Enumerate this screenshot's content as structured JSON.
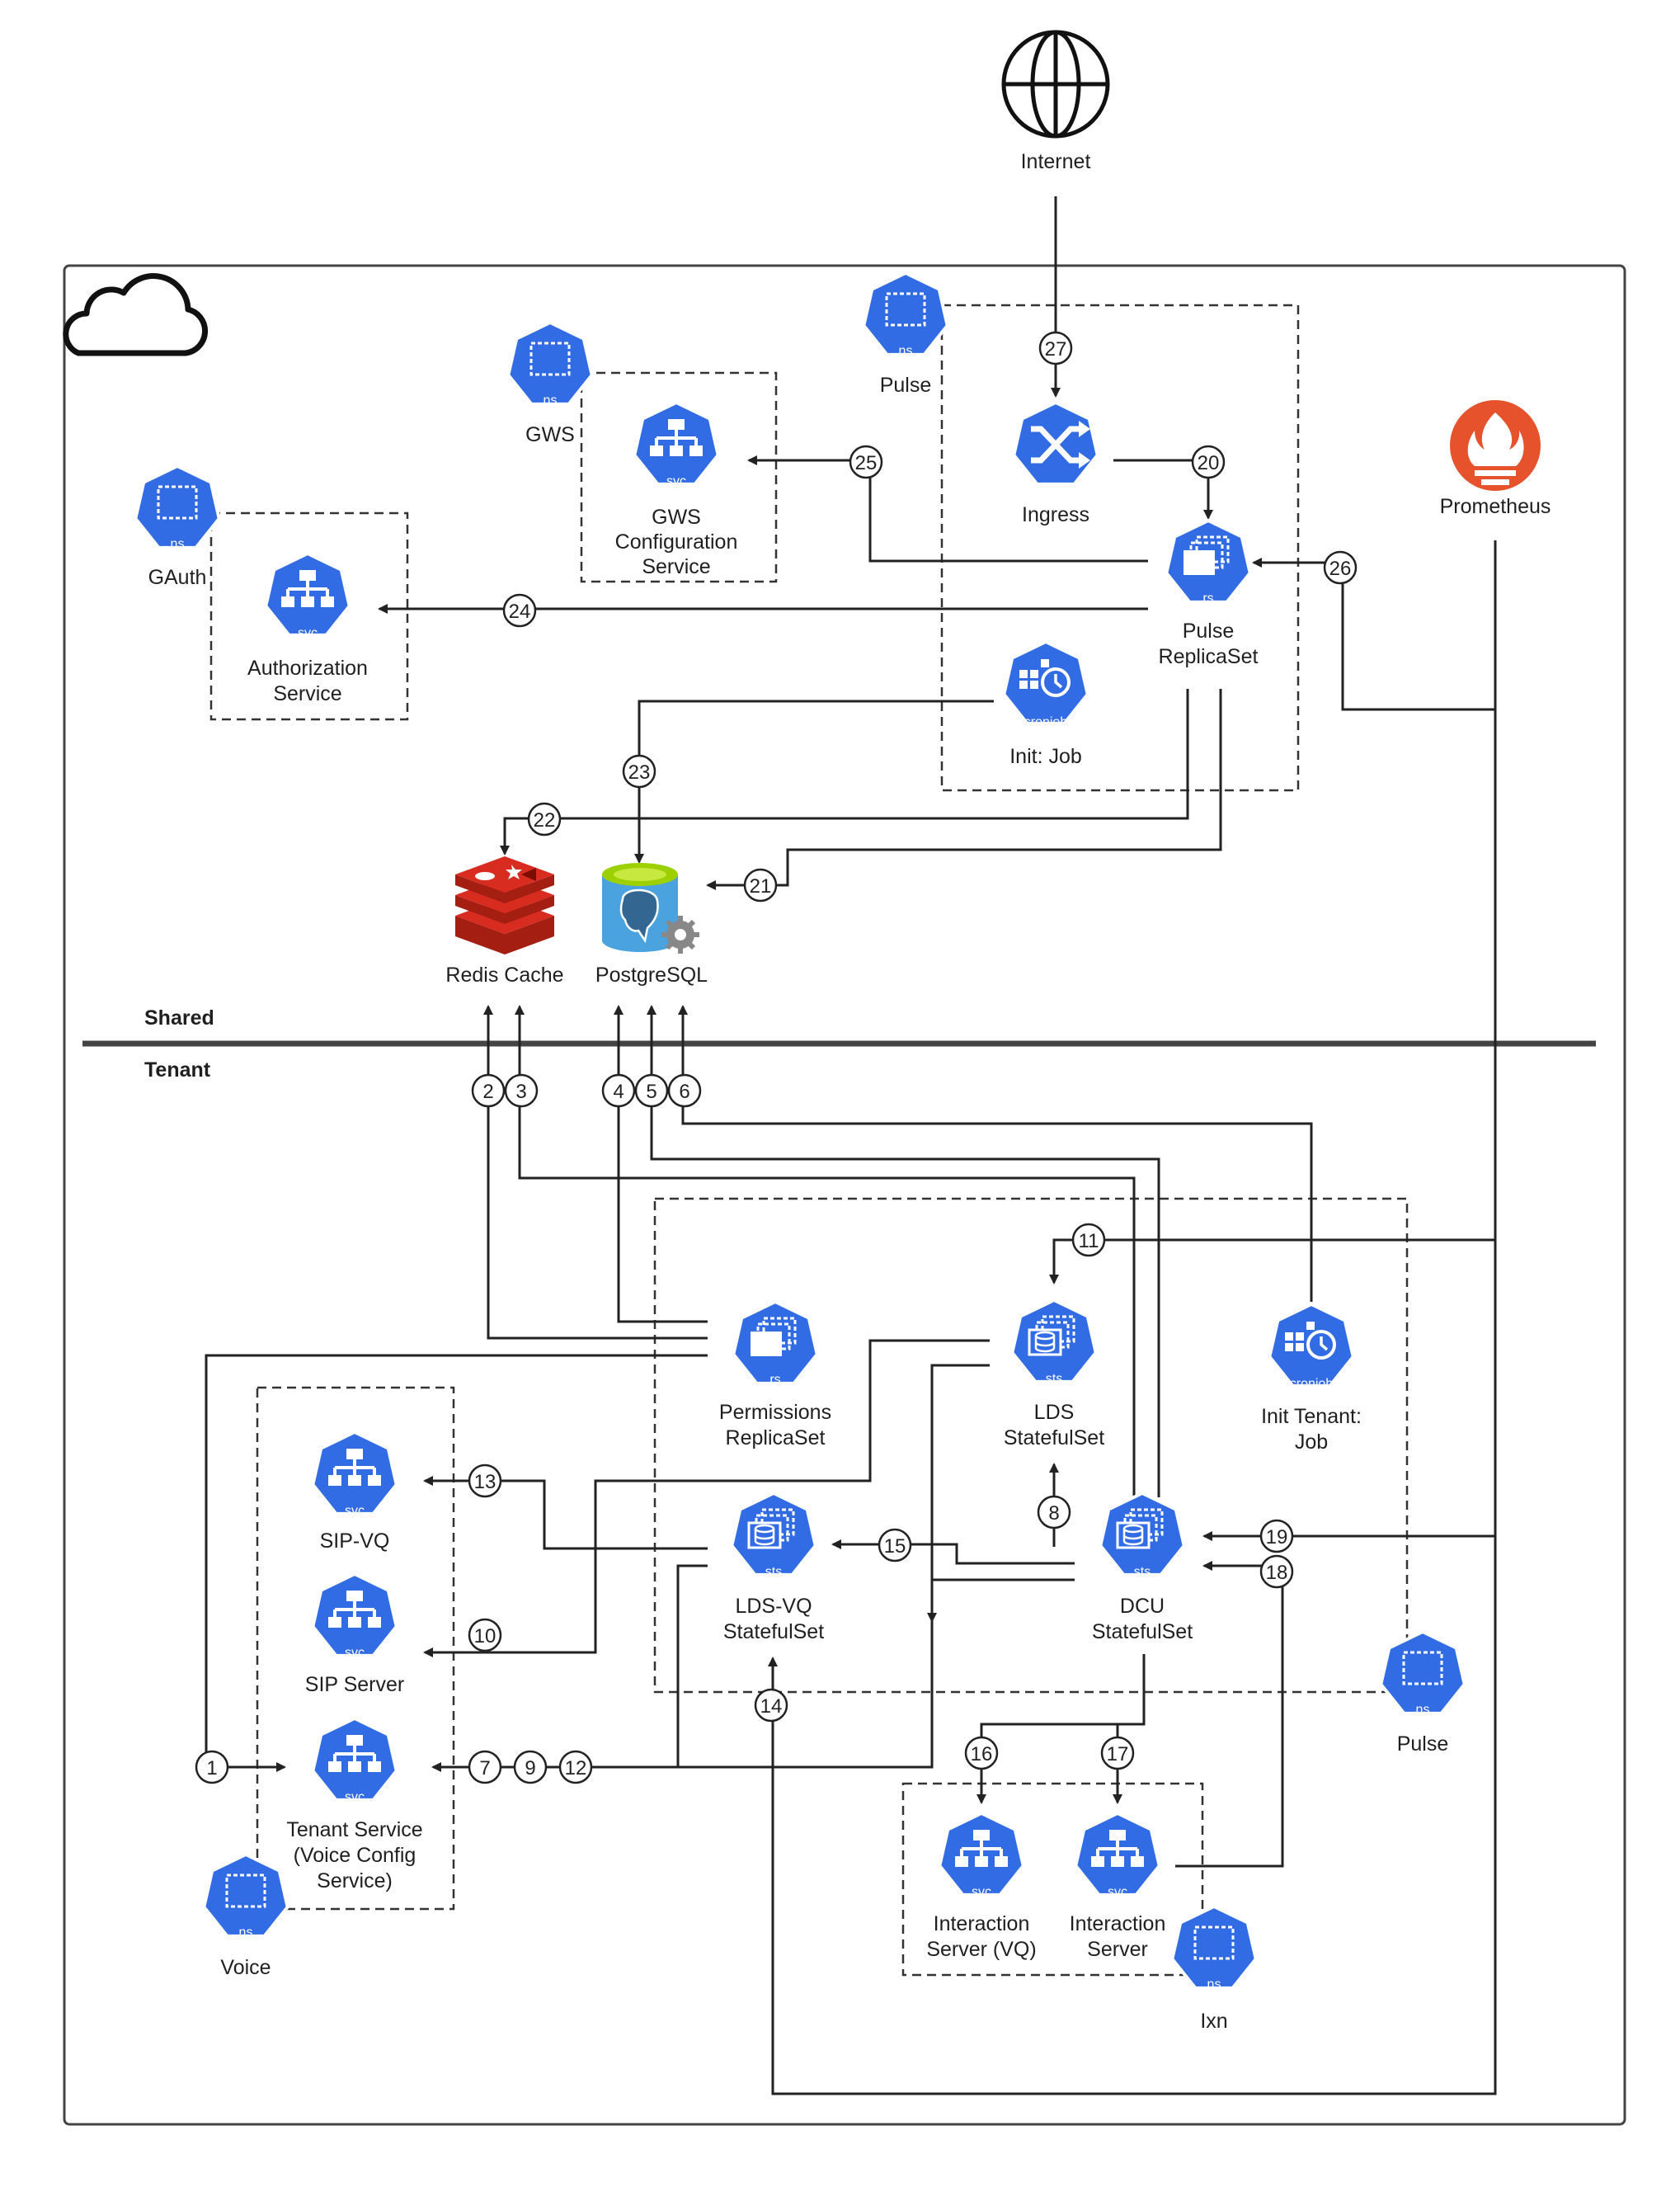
{
  "zones": {
    "shared": "Shared",
    "tenant": "Tenant"
  },
  "internet": {
    "label": "Internet",
    "icon": "globe-icon"
  },
  "prometheus": {
    "label": "Prometheus",
    "icon": "prometheus-icon",
    "color": "#e6522c"
  },
  "namespaces": {
    "pulse_top": {
      "label": "Pulse",
      "badge": "ns"
    },
    "gws": {
      "label": "GWS",
      "badge": "ns"
    },
    "gauth": {
      "label": "GAuth",
      "badge": "ns"
    },
    "pulse_bottom": {
      "label": "Pulse",
      "badge": "ns"
    },
    "voice": {
      "label": "Voice",
      "badge": "ns"
    },
    "ixn": {
      "label": "Ixn",
      "badge": "ns"
    }
  },
  "components": {
    "ingress": {
      "label": "Ingress",
      "icon": "ingress-icon"
    },
    "pulse_rs": {
      "line1": "Pulse",
      "line2": "ReplicaSet",
      "badge": "rs"
    },
    "init_job": {
      "label": "Init: Job",
      "badge": "cronjob"
    },
    "gws_config": {
      "line1": "GWS",
      "line2": "Configuration",
      "line3": "Service",
      "badge": "svc"
    },
    "auth_service": {
      "line1": "Authorization",
      "line2": "Service",
      "badge": "svc"
    },
    "redis": {
      "label": "Redis Cache",
      "icon": "redis-icon",
      "color": "#d82c20"
    },
    "postgres": {
      "label": "PostgreSQL",
      "icon": "postgresql-icon"
    },
    "permissions_rs": {
      "line1": "Permissions",
      "line2": "ReplicaSet",
      "badge": "rs"
    },
    "lds_sts": {
      "line1": "LDS",
      "line2": "StatefulSet",
      "badge": "sts"
    },
    "init_tenant": {
      "line1": "Init Tenant:",
      "line2": "Job",
      "badge": "cronjob"
    },
    "lds_vq_sts": {
      "line1": "LDS-VQ",
      "line2": "StatefulSet",
      "badge": "sts"
    },
    "dcu_sts": {
      "line1": "DCU",
      "line2": "StatefulSet",
      "badge": "sts"
    },
    "sip_vq": {
      "label": "SIP-VQ",
      "badge": "svc"
    },
    "sip_server": {
      "label": "SIP Server",
      "badge": "svc"
    },
    "tenant_service": {
      "line1": "Tenant Service",
      "line2": "(Voice Config",
      "line3": "Service)",
      "badge": "svc"
    },
    "ixn_server_vq": {
      "line1": "Interaction",
      "line2": "Server (VQ)",
      "badge": "svc"
    },
    "ixn_server": {
      "line1": "Interaction",
      "line2": "Server",
      "badge": "svc"
    }
  },
  "steps": [
    "1",
    "2",
    "3",
    "4",
    "5",
    "6",
    "7",
    "8",
    "9",
    "10",
    "11",
    "12",
    "13",
    "14",
    "15",
    "16",
    "17",
    "18",
    "19",
    "20",
    "21",
    "22",
    "23",
    "24",
    "25",
    "26",
    "27"
  ],
  "colors": {
    "k8s_blue": "#326ce5",
    "line": "#222222"
  }
}
